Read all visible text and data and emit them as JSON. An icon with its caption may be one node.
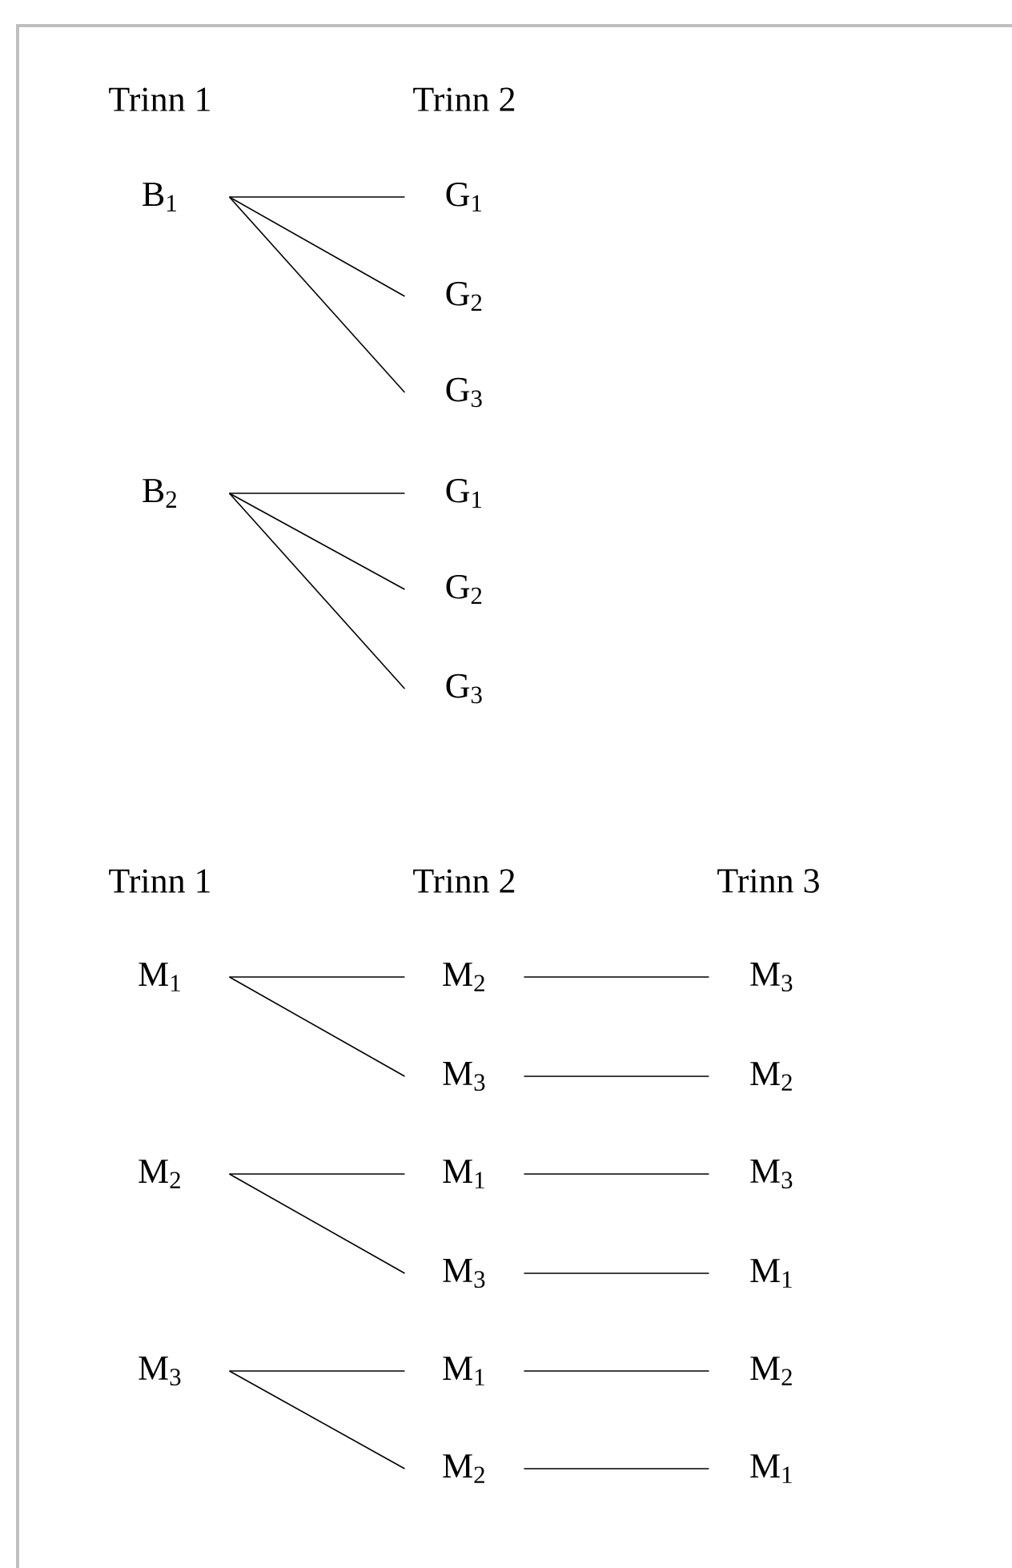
{
  "diagram": {
    "nodes": [
      {
        "text": [
          "B$_{1}$"
        ]
      },
      {
        "text": [
          "G$_{1}$"
        ]
      },
      {
        "text": [
          "G$_{2}$"
        ]
      },
      {
        "text": [
          "G$_{3}$"
        ]
      },
      {
        "text": [
          "B$_{2}$"
        ]
      },
      {
        "text": [
          "G$_{1}$"
        ]
      },
      {
        "text": [
          "G$_{2}$"
        ]
      },
      {
        "text": [
          "G$_{3}$"
        ]
      },
      {
        "text": [
          "M$_{1}$"
        ]
      },
      {
        "text": [
          "M$_{2}$"
        ]
      },
      {
        "text": [
          "M$_{3}$"
        ]
      },
      {
        "text": [
          "M$_{3}$"
        ]
      },
      {
        "text": [
          "M$_{2}$"
        ]
      },
      {
        "text": [
          "M$_{2}$"
        ]
      },
      {
        "text": [
          "M$_{1}$"
        ]
      },
      {
        "text": [
          "M$_{3}$"
        ]
      },
      {
        "text": [
          "M$_{3}$"
        ]
      },
      {
        "text": [
          "M$_{1}$"
        ]
      },
      {
        "text": [
          "M$_{3}$"
        ]
      },
      {
        "text": [
          "M$_{1}$"
        ]
      },
      {
        "text": [
          "M$_{2}$"
        ]
      },
      {
        "text": [
          "M$_{2}$"
        ]
      },
      {
        "text": [
          "M$_{1}$"
        ]
      }
    ],
    "edges": [
      {
        "from": 0,
        "to": 1,
        "arrow": "none"
      },
      {
        "from": 0,
        "to": 2,
        "arrow": "none"
      },
      {
        "from": 0,
        "to": 3,
        "arrow": "none"
      },
      {
        "from": 4,
        "to": 5,
        "arrow": "none"
      },
      {
        "from": 4,
        "to": 6,
        "arrow": "none"
      },
      {
        "from": 4,
        "to": 7,
        "arrow": "none"
      },
      {
        "from": 8,
        "to": 9,
        "arrow": "none"
      },
      {
        "from": 9,
        "to": 10,
        "arrow": "none"
      },
      {
        "from": 8,
        "to": 11,
        "arrow": "none"
      },
      {
        "from": 11,
        "to": 12,
        "arrow": "none"
      },
      {
        "from": 13,
        "to": 14,
        "arrow": "none"
      },
      {
        "from": 14,
        "to": 15,
        "arrow": "none"
      },
      {
        "from": 13,
        "to": 16,
        "arrow": "none"
      },
      {
        "from": 16,
        "to": 17,
        "arrow": "none"
      },
      {
        "from": 18,
        "to": 19,
        "arrow": "none"
      },
      {
        "from": 19,
        "to": 20,
        "arrow": "none"
      },
      {
        "from": 18,
        "to": 21,
        "arrow": "none"
      },
      {
        "from": 21,
        "to": 22,
        "arrow": "none"
      }
    ],
    "labels": [
      "Trinn 1",
      "Trinn 2",
      "Trinn 1",
      "Trinn 2",
      "Trinn 3"
    ]
  }
}
